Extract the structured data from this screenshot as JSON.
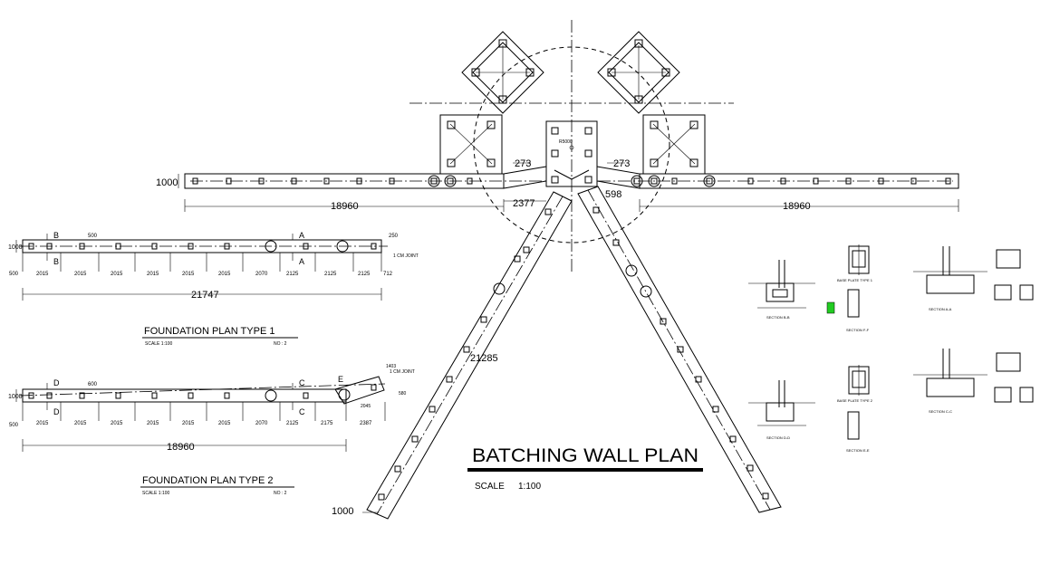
{
  "main_plan": {
    "title": "BATCHING WALL PLAN",
    "scale_label": "SCALE",
    "scale_value": "1:100",
    "dims": {
      "wall_width": "1000",
      "offset_left": "273",
      "offset_right": "273",
      "left_length": "18960",
      "right_length": "18960",
      "center_gap": "2377",
      "small_gap": "598",
      "diagonal_length": "21285",
      "diag_width": "1000",
      "hub_label": "R5000"
    }
  },
  "plan_type_1": {
    "title": "FOUNDATION PLAN TYPE 1",
    "scale": "SCALE  1:100",
    "no": "NO : 2",
    "width": "1000",
    "top_dim": "500",
    "left_dim": "500",
    "right_dim": "250",
    "spacings": [
      "2015",
      "2015",
      "2015",
      "2015",
      "2015",
      "2015",
      "2070",
      "2125",
      "2125",
      "2125"
    ],
    "end_dim": "712",
    "total": "21747",
    "joint_note": "1 CM JOINT",
    "section_marks": [
      "B",
      "B",
      "A",
      "A"
    ]
  },
  "plan_type_2": {
    "title": "FOUNDATION PLAN TYPE 2",
    "scale": "SCALE  1:100",
    "no": "NO : 2",
    "width": "1000",
    "top_dim": "600",
    "left_dim": "500",
    "right_dim": "580",
    "angle_dim": "1403",
    "mid_dim": "2045",
    "spacings": [
      "2015",
      "2015",
      "2015",
      "2015",
      "2015",
      "2015",
      "2070",
      "2125"
    ],
    "tail_dims": [
      "2175",
      "2387"
    ],
    "total": "18960",
    "joint_note": "1 CM JOINT",
    "section_marks": [
      "D",
      "D",
      "C",
      "C",
      "E"
    ]
  },
  "details": {
    "labels": [
      "SECTION B-B",
      "SECTION A-A",
      "SECTION C-C",
      "SECTION D-D",
      "BASE PLATE TYPE 1",
      "BASE PLATE TYPE 2",
      "SECTION E-E",
      "SECTION F-F"
    ]
  }
}
